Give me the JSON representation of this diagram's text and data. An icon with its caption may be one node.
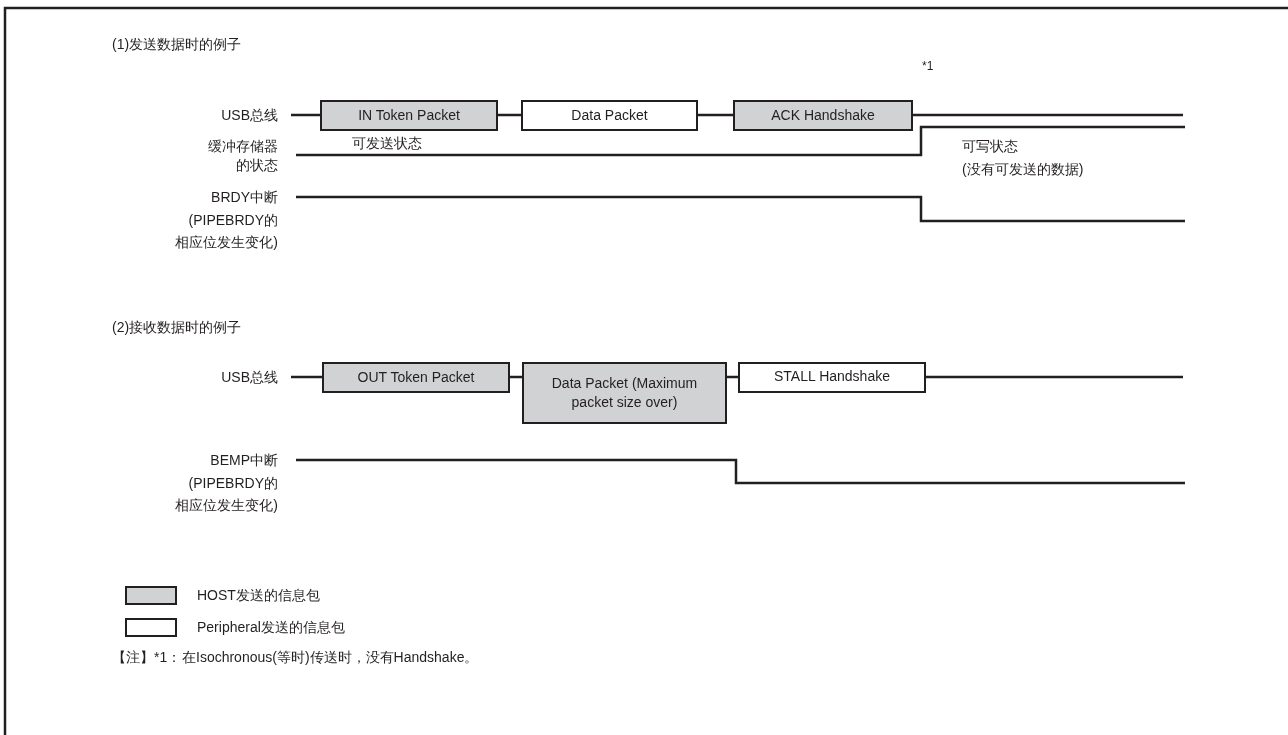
{
  "diagram": {
    "nodes": [
      {
        "text": [
          "IN Token Packet"
        ]
      },
      {
        "text": [
          "Data Packet"
        ]
      },
      {
        "text": [
          "ACK Handshake"
        ]
      },
      {
        "text": [
          "OUT Token Packet"
        ]
      },
      {
        "text": [
          "Data Packet (Maximum packet size over)"
        ]
      },
      {
        "text": [
          "STALL Handshake"
        ]
      }
    ],
    "edges": [
      {
        "from": null,
        "to": 0,
        "arrow": "none"
      },
      {
        "from": 0,
        "to": 1,
        "arrow": "none"
      },
      {
        "from": 1,
        "to": 2,
        "arrow": "none"
      },
      {
        "from": 2,
        "to": null,
        "arrow": "none"
      },
      {
        "from": null,
        "to": 3,
        "arrow": "none"
      },
      {
        "from": 3,
        "to": 4,
        "arrow": "none"
      },
      {
        "from": 4,
        "to": 5,
        "arrow": "none"
      },
      {
        "from": 5,
        "to": null,
        "arrow": "none"
      }
    ],
    "labels": [
      "(1)发送数据时的例子",
      "USB总线",
      "*1",
      "缓冲存储器的状态",
      "可发送状态",
      "可写状态",
      "(没有可发送的数据)",
      "BRDY中断(PIPEBRDY的相应位发生变化)",
      "(2)接收数据时的例子",
      "USB总线",
      "BEMP中断(PIPEBRDY的相应位发生变化)",
      "【注】*1：",
      "在Isochronous(等时)传送时，没有Handshake。"
    ],
    "legend": [
      {
        "text": "HOST发送的信息包",
        "color": "#d1d2d4"
      },
      {
        "text": "Peripheral发送的信息包",
        "color": "#ffffff"
      }
    ]
  }
}
